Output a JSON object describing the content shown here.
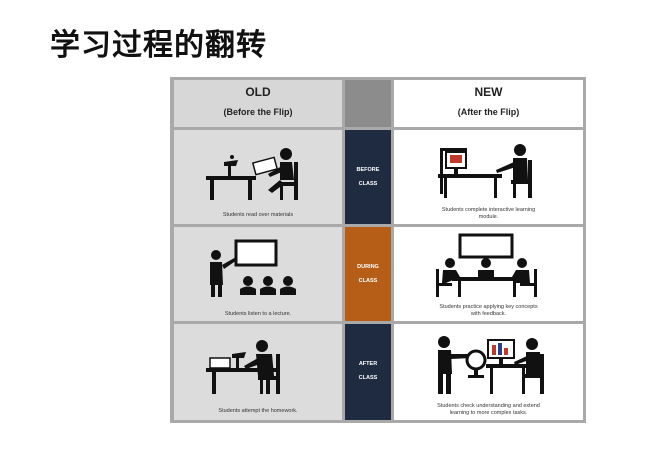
{
  "title": "学习过程的翻转",
  "columns": {
    "old": {
      "title": "OLD",
      "subtitle": "(Before the Flip)"
    },
    "new": {
      "title": "NEW",
      "subtitle": "(After the Flip)"
    }
  },
  "rows": [
    {
      "phase_line1": "BEFORE",
      "phase_line2": "CLASS",
      "phase_color": "#1e2b40",
      "old_caption": "Students read over materials",
      "new_caption_line1": "Students complete interactive learning",
      "new_caption_line2": "module."
    },
    {
      "phase_line1": "DURING",
      "phase_line2": "CLASS",
      "phase_color": "#b65d17",
      "old_caption": "Students listen to a lecture.",
      "new_caption_line1": "Students practice applying key concepts",
      "new_caption_line2": "with feedback."
    },
    {
      "phase_line1": "AFTER",
      "phase_line2": "CLASS",
      "phase_color": "#1e2b40",
      "old_caption": "Students attempt the homework.",
      "new_caption_line1": "Students check understanding and extend",
      "new_caption_line2": "learning to more complex tasks."
    }
  ]
}
